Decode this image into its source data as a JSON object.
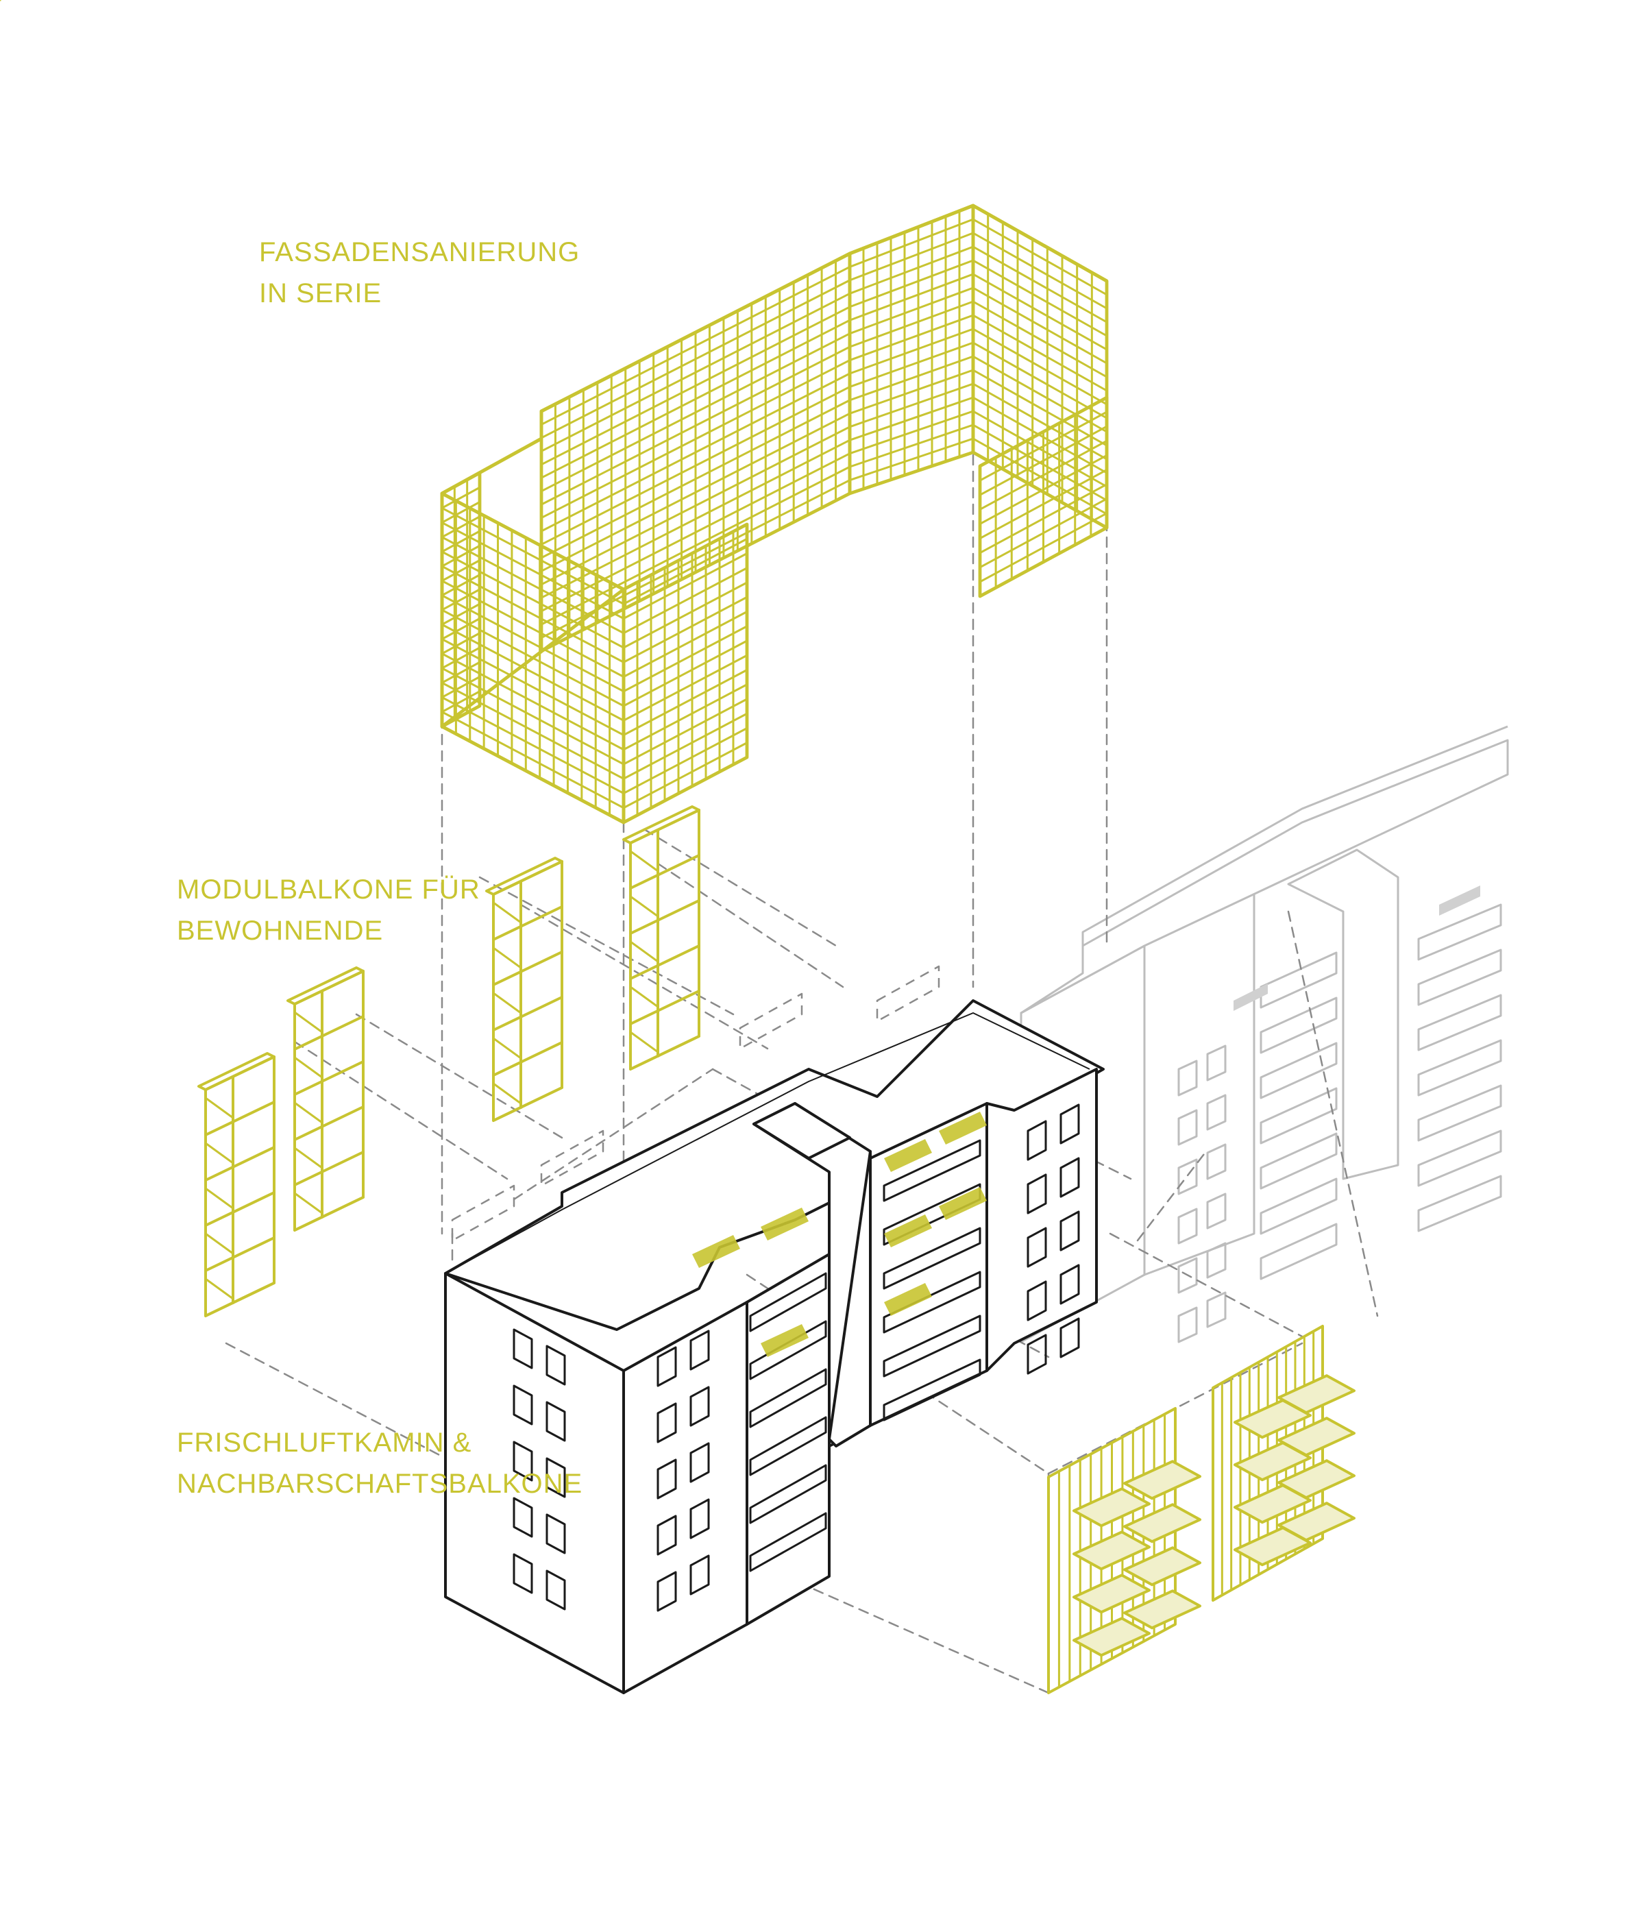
{
  "labels": {
    "fassade": {
      "line1": "FASSADENSANIERUNG",
      "line2": "IN SERIE"
    },
    "modul": {
      "line1": "MODULBALKONE FÜR",
      "line2": "BEWOHNENDE"
    },
    "frisch": {
      "line1": "FRISCHLUFTKAMIN &",
      "line2": "NACHBARSCHAFTSBALKONE"
    }
  },
  "colors": {
    "accent": "#c8c431",
    "ink": "#1a1a1a",
    "ghost": "#bdbdbd",
    "dash": "#8a8a8a",
    "background": "#ffffff"
  }
}
